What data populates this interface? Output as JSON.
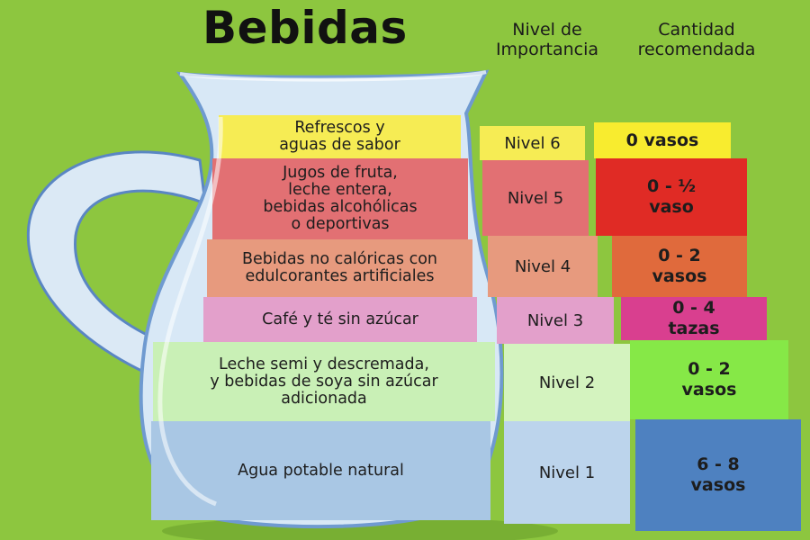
{
  "title": "Bebidas",
  "headers": {
    "level": "Nivel de\nImportancia",
    "amount": "Cantidad\nrecomendada"
  },
  "rows": [
    {
      "drink": "Refrescos y\naguas de sabor",
      "level": "Nivel 6",
      "amount": "0 vasos",
      "drink_color": "#f6ec54",
      "level_color": "#f6ec54",
      "amount_color": "#f8ec2f"
    },
    {
      "drink": "Jugos de fruta,\nleche entera,\nbebidas alcohólicas\no deportivas",
      "level": "Nivel 5",
      "amount": "0 - ½\nvaso",
      "drink_color": "#e27073",
      "level_color": "#e27073",
      "amount_color": "#e02b25"
    },
    {
      "drink": "Bebidas no calóricas con\nedulcorantes artificiales",
      "level": "Nivel 4",
      "amount": "0 - 2\nvasos",
      "drink_color": "#e79a7e",
      "level_color": "#e79a7e",
      "amount_color": "#e06a3c"
    },
    {
      "drink": "Café y té sin azúcar",
      "level": "Nivel 3",
      "amount": "0 - 4\ntazas",
      "drink_color": "#e3a0cb",
      "level_color": "#e3a0cb",
      "amount_color": "#d93f8f"
    },
    {
      "drink": "Leche semi y descremada,\ny bebidas de soya sin azúcar\nadicionada",
      "level": "Nivel 2",
      "amount": "0 - 2\nvasos",
      "drink_color": "#c9f0b6",
      "level_color": "#d4f3bf",
      "amount_color": "#86e847"
    },
    {
      "drink": "Agua potable natural",
      "level": "Nivel 1",
      "amount": "6 - 8\nvasos",
      "drink_color": "#a9c7e4",
      "level_color": "#bcd4ec",
      "amount_color": "#4e81c0"
    }
  ]
}
